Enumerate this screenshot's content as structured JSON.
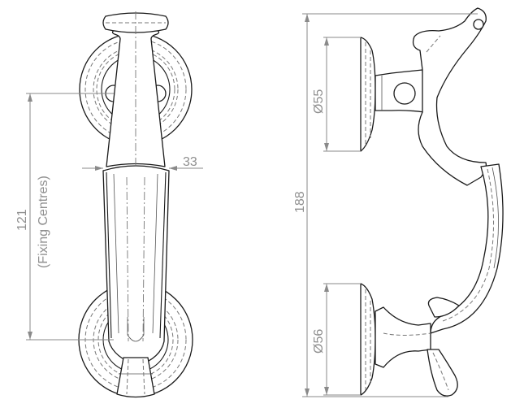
{
  "drawing": {
    "subject": "door knocker technical drawing",
    "views": [
      {
        "name": "front-elevation"
      },
      {
        "name": "side-elevation"
      }
    ],
    "dimensions": {
      "fixing_centres_value": "121",
      "fixing_centres_label": "(Fixing Centres)",
      "width_value": "33",
      "overall_height_value": "188",
      "top_rose_diameter": "Ø55",
      "bottom_rose_diameter": "Ø56"
    },
    "colors": {
      "outline": "#1a1a1a",
      "dimension": "#8a8a8a",
      "background": "#ffffff"
    }
  }
}
